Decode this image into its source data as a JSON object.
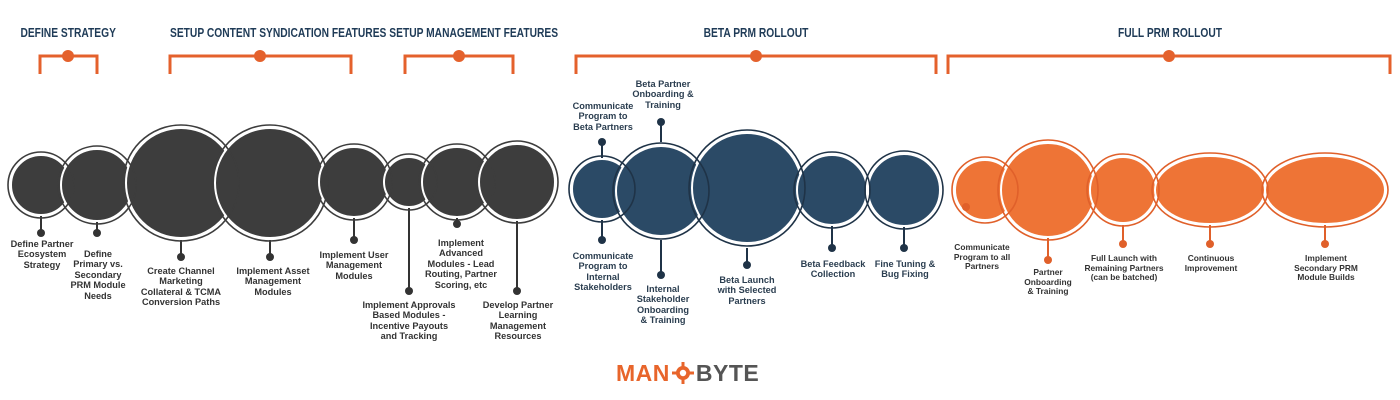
{
  "colors": {
    "dark": "#3d3d3d",
    "dark_line": "#2a2a2a",
    "blue": "#2b4a66",
    "blue_line": "#1f3347",
    "orange": "#ee7436",
    "orange_line": "#e0602a",
    "title_dark_blue": "#1f3b57",
    "bracket_orange": "#e4612c"
  },
  "phases": [
    {
      "title": "DEFINE STRATEGY"
    },
    {
      "title": "SETUP CONTENT SYNDICATION FEATURES"
    },
    {
      "title": "SETUP MANAGEMENT FEATURES"
    },
    {
      "title": "BETA PRM ROLLOUT"
    },
    {
      "title": "FULL PRM ROLLOUT"
    }
  ],
  "steps": [
    {
      "label": "Define Partner\nEcosystem\nStrategy"
    },
    {
      "label": "Define\nPrimary vs.\nSecondary\nPRM Module\nNeeds"
    },
    {
      "label": "Create Channel\nMarketing\nCollateral & TCMA\nConversion Paths"
    },
    {
      "label": "Implement Asset\nManagement\nModules"
    },
    {
      "label": "Implement User\nManagement\nModules"
    },
    {
      "label": "Implement Approvals\nBased Modules -\nIncentive Payouts\nand Tracking"
    },
    {
      "label": "Implement\nAdvanced\nModules - Lead\nRouting, Partner\nScoring, etc"
    },
    {
      "label": "Develop Partner\nLearning\nManagement\nResources"
    },
    {
      "label": "Communicate\nProgram to\nBeta Partners"
    },
    {
      "label": "Communicate\nProgram to\nInternal\nStakeholders"
    },
    {
      "label": "Beta Partner\nOnboarding &\nTraining"
    },
    {
      "label": "Internal\nStakeholder\nOnboarding\n& Training"
    },
    {
      "label": "Beta Launch\nwith Selected\nPartners"
    },
    {
      "label": "Beta Feedback\nCollection"
    },
    {
      "label": "Fine Tuning &\nBug Fixing"
    },
    {
      "label": "Communicate\nProgram to all\nPartners"
    },
    {
      "label": "Partner\nOnboarding\n& Training"
    },
    {
      "label": "Full Launch with\nRemaining Partners\n(can be batched)"
    },
    {
      "label": "Continuous\nImprovement"
    },
    {
      "label": "Implement\nSecondary PRM\nModule Builds"
    }
  ],
  "logo": {
    "part1": "MAN",
    "part2": "BYTE",
    "gear_icon": "gear-icon"
  }
}
